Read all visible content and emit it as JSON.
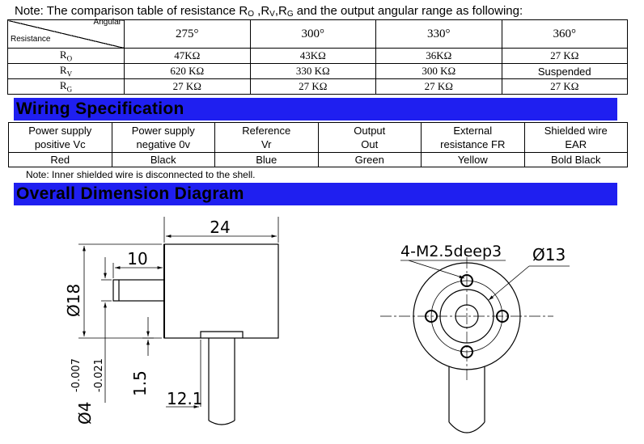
{
  "note_top": {
    "prefix": "Note: The comparison table of resistance R",
    "sub1": "O",
    "sep1": " ,R",
    "sub2": "V",
    "sep2": ",R",
    "sub3": "G",
    "suffix": " and the output angular range as following:"
  },
  "resistance_table": {
    "corner_top": "Angular",
    "corner_bottom": "Resistance",
    "angles": [
      "275°",
      "300°",
      "330°",
      "360°"
    ],
    "rows": [
      {
        "label": "R",
        "sub": "O",
        "values": [
          "47KΩ",
          "43KΩ",
          "36KΩ",
          "27 KΩ"
        ]
      },
      {
        "label": "R",
        "sub": "V",
        "values": [
          "620 KΩ",
          "330 KΩ",
          "300 KΩ",
          "Suspended"
        ]
      },
      {
        "label": "R",
        "sub": "G",
        "values": [
          "27 KΩ",
          "27 KΩ",
          "27 KΩ",
          "27 KΩ"
        ]
      }
    ]
  },
  "wiring": {
    "banner": "Wiring Specification",
    "headers": [
      {
        "line1": "Power supply",
        "line2": "positive Vc"
      },
      {
        "line1": "Power supply",
        "line2": "negative 0v"
      },
      {
        "line1": "Reference",
        "line2": "Vr"
      },
      {
        "line1": "Output",
        "line2": "Out"
      },
      {
        "line1": "External",
        "line2": "resistance FR"
      },
      {
        "line1": "Shielded wire",
        "line2": "EAR"
      }
    ],
    "colors": [
      "Red",
      "Black",
      "Blue",
      "Green",
      "Yellow",
      "Bold Black"
    ],
    "note": "Note: Inner shielded wire is disconnected to the shell."
  },
  "dimension": {
    "banner": "Overall Dimension Diagram",
    "side_view": {
      "length": "24",
      "shaft_length": "10",
      "body_diameter": "Ø18",
      "shaft_diameter": "Ø4",
      "tol_upper": "-0.007",
      "tol_lower": "-0.021",
      "offset": "1.5",
      "cable_pos": "12.1"
    },
    "front_view": {
      "holes": "4-M2.5deep3",
      "diameter": "Ø13"
    }
  },
  "colors": {
    "banner_bg": "#1f1ff0"
  }
}
